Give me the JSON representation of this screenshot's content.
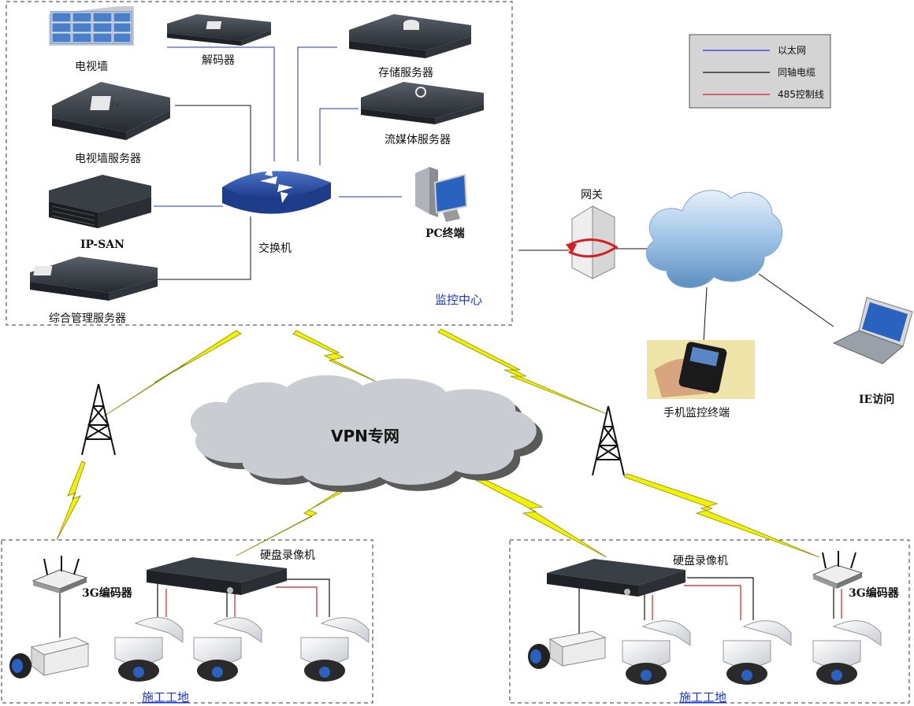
{
  "legend": {
    "items": [
      {
        "label": "以太网",
        "color": "#1f2fd0"
      },
      {
        "label": "同轴电缆",
        "color": "#111111"
      },
      {
        "label": "485控制线",
        "color": "#d42020"
      }
    ]
  },
  "monitor_center": {
    "title": "监控中心",
    "devices": {
      "tv_wall": "电视墙",
      "decoder": "解码器",
      "storage_server": "存储服务器",
      "tv_wall_server": "电视墙服务器",
      "streaming_server": "流媒体服务器",
      "ip_san": "IP-SAN",
      "switch": "交换机",
      "pc_terminal": "PC终端",
      "mgmt_server": "综合管理服务器"
    }
  },
  "gateway": "网关",
  "mobile_terminal": "手机监控终端",
  "ie_access": "IE访问",
  "vpn_cloud": "VPN专网",
  "sites": [
    {
      "name": "施工工地",
      "dvr": "硬盘录像机",
      "encoder": "3G编码器"
    },
    {
      "name": "施工工地",
      "dvr": "硬盘录像机",
      "encoder": "3G编码器"
    }
  ],
  "colors": {
    "ethernet": "#1f2fd0",
    "coax": "#111111",
    "rs485": "#d42020",
    "lightning": "#f2f200",
    "site_title": "#1a33cc"
  }
}
